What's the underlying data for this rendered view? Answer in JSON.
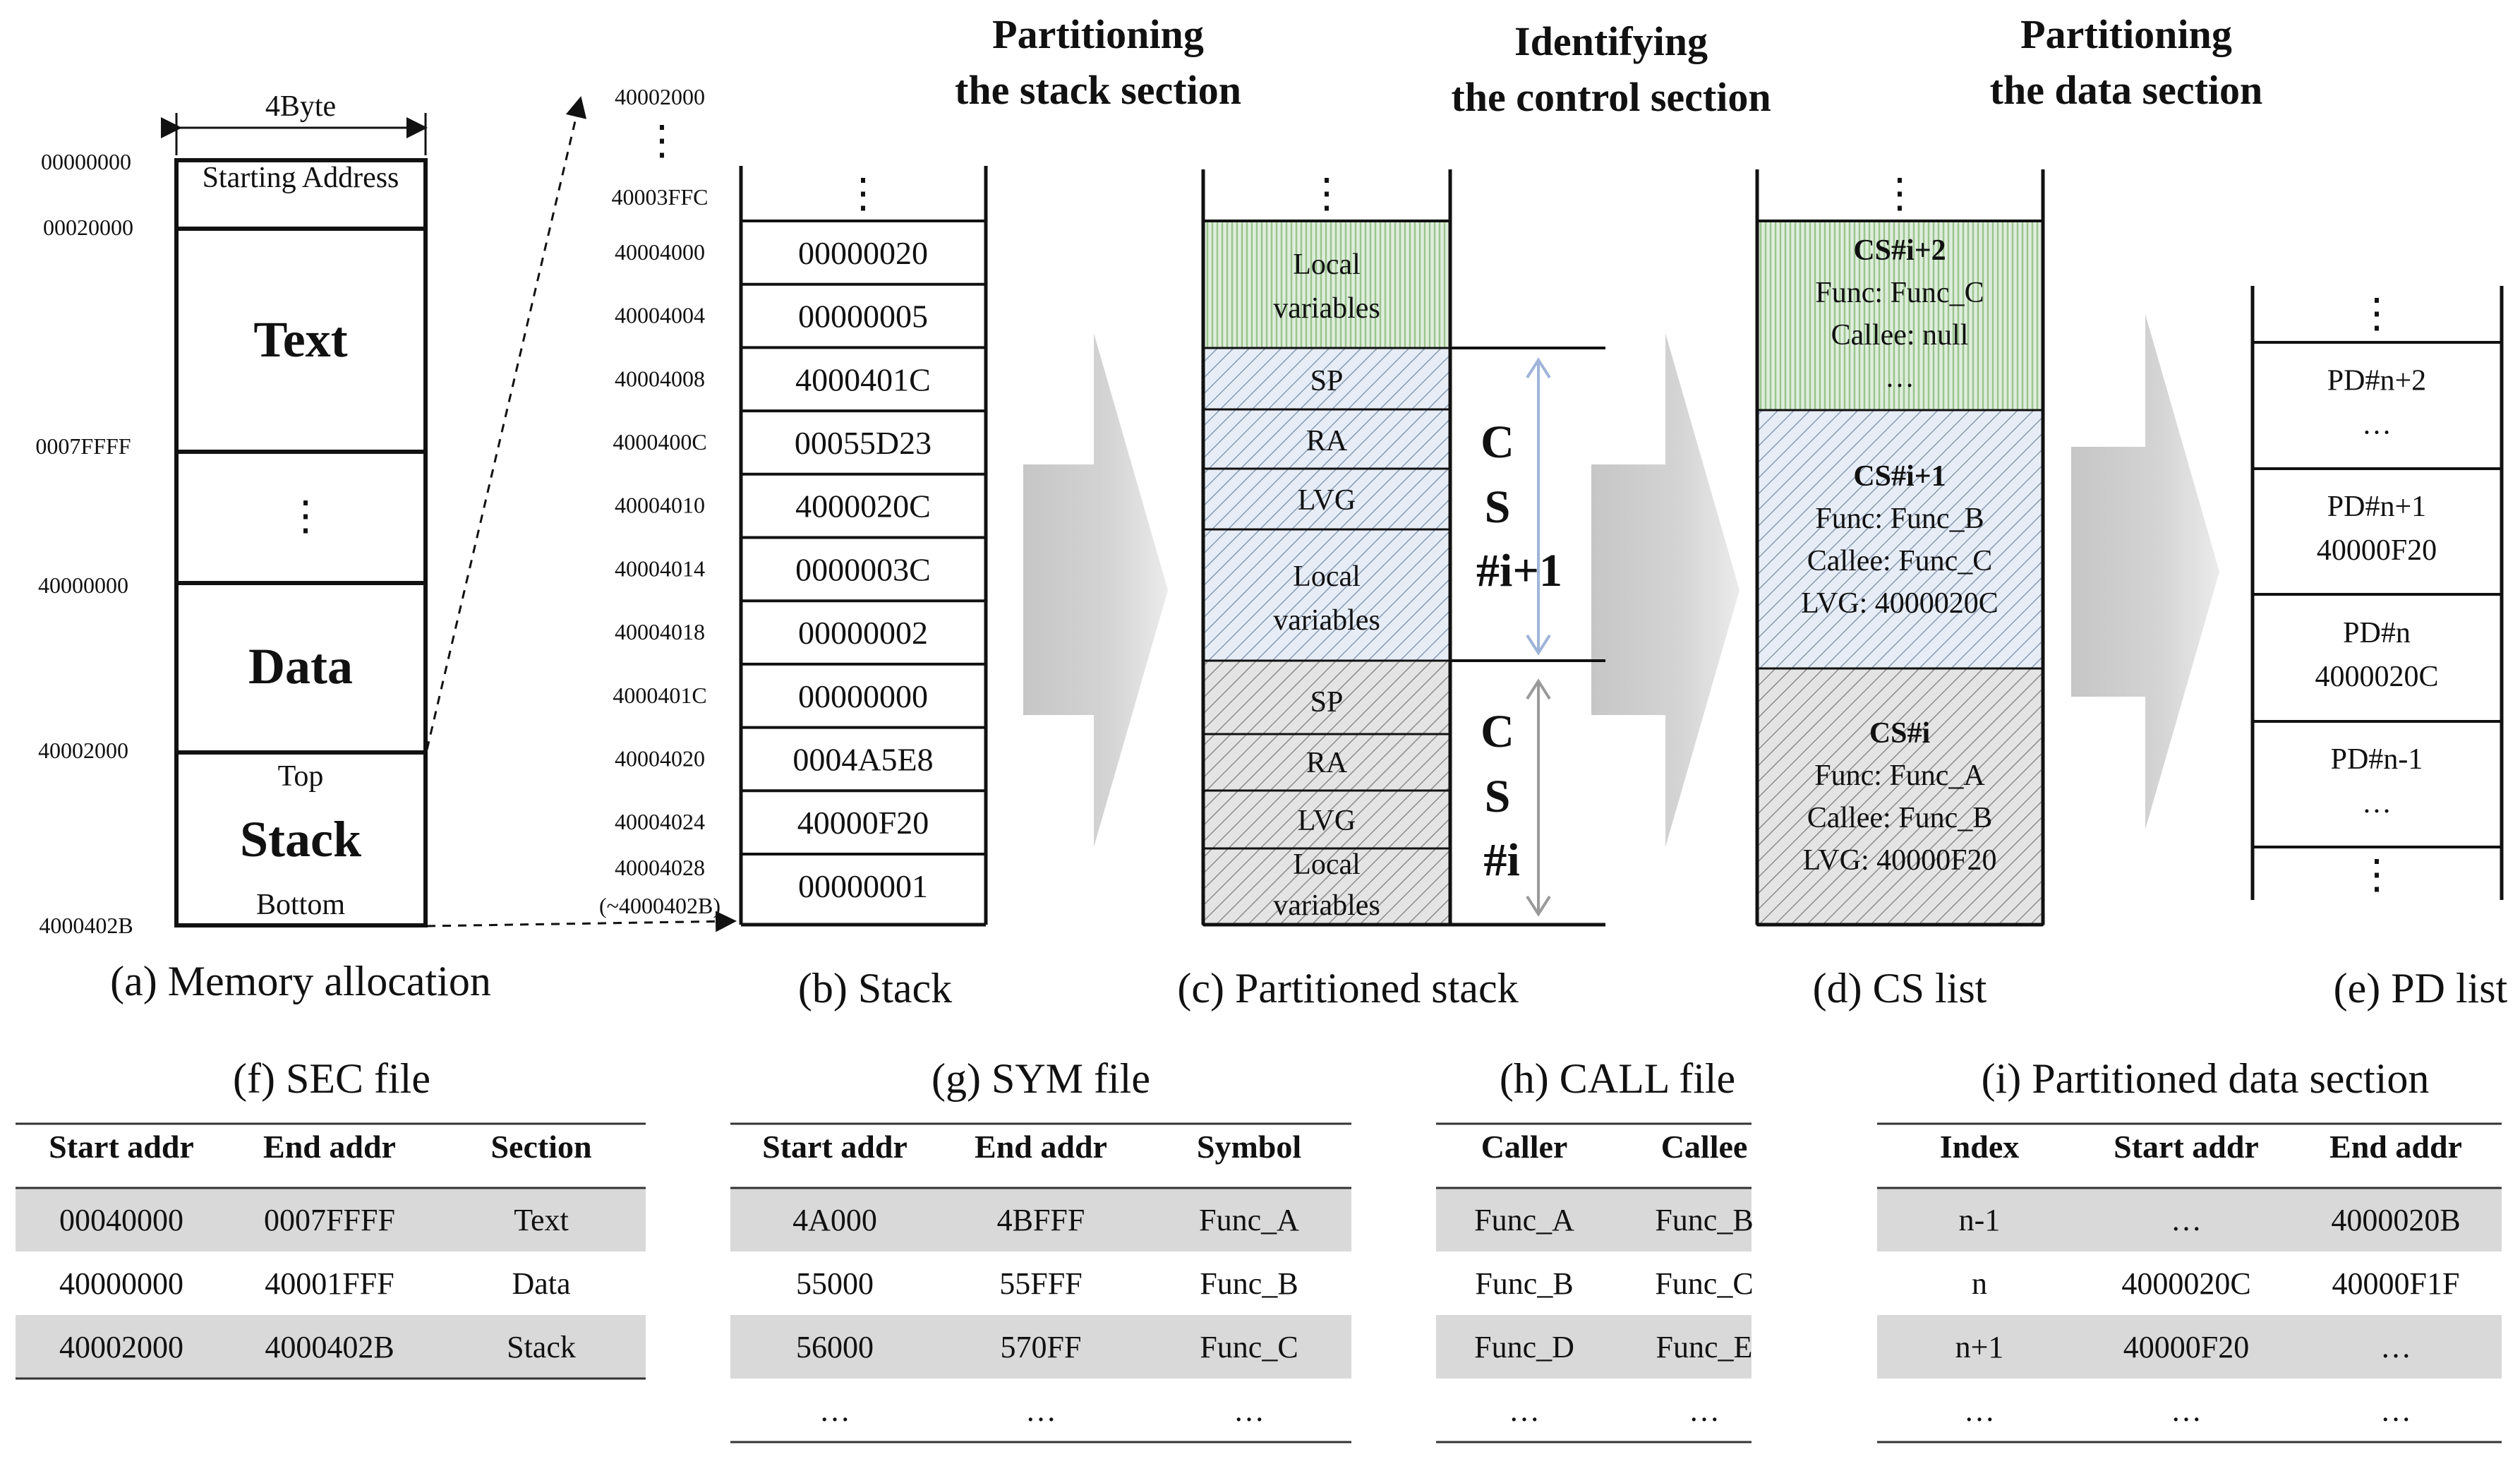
{
  "headers": {
    "stack": [
      "Partitioning",
      "the stack section"
    ],
    "control": [
      "Identifying",
      "the control section"
    ],
    "data": [
      "Partitioning",
      "the data section"
    ]
  },
  "memory": {
    "width_label": "4Byte",
    "addresses": [
      "00000000",
      "00020000",
      "0007FFFF",
      "40000000",
      "40002000",
      "4000402B"
    ],
    "starting": "Starting Address",
    "text": "Text",
    "dots": "⋮",
    "data": "Data",
    "top": "Top",
    "stack": "Stack",
    "bottom": "Bottom",
    "caption": "(a) Memory allocation"
  },
  "stack": {
    "top_addresses": [
      "40002000",
      "⋮",
      "40003FFC"
    ],
    "dots": "⋮",
    "rows": [
      {
        "addr": "40004000",
        "value": "00000020"
      },
      {
        "addr": "40004004",
        "value": "00000005"
      },
      {
        "addr": "40004008",
        "value": "4000401C"
      },
      {
        "addr": "4000400C",
        "value": "00055D23"
      },
      {
        "addr": "40004010",
        "value": "4000020C"
      },
      {
        "addr": "40004014",
        "value": "0000003C"
      },
      {
        "addr": "40004018",
        "value": "00000002"
      },
      {
        "addr": "4000401C",
        "value": "00000000"
      },
      {
        "addr": "40004020",
        "value": "0004A5E8"
      },
      {
        "addr": "40004024",
        "value": "40000F20"
      },
      {
        "addr": "40004028",
        "value": "00000001"
      }
    ],
    "last_addr_suffix": "(~4000402B)",
    "caption": "(b) Stack"
  },
  "partitioned": {
    "dots": "⋮",
    "top_local": [
      "Local",
      "variables"
    ],
    "sp": "SP",
    "ra": "RA",
    "lvg": "LVG",
    "local": [
      "Local",
      "variables"
    ],
    "cs_upper": [
      "C",
      "S",
      "#i+1"
    ],
    "cs_lower": [
      "C",
      "S",
      "#i"
    ],
    "caption": "(c) Partitioned stack"
  },
  "cs_list": {
    "dots": "⋮",
    "blocks": [
      {
        "title": "CS#i+2",
        "lines": [
          "Func: Func_C",
          "Callee: null",
          "…"
        ]
      },
      {
        "title": "CS#i+1",
        "lines": [
          "Func: Func_B",
          "Callee: Func_C",
          "LVG: 4000020C"
        ]
      },
      {
        "title": "CS#i",
        "lines": [
          "Func: Func_A",
          "Callee: Func_B",
          "LVG: 40000F20"
        ]
      }
    ],
    "caption": "(d) CS list"
  },
  "pd_list": {
    "dots": "⋮",
    "items": [
      [
        "PD#n+2",
        "…"
      ],
      [
        "PD#n+1",
        "40000F20"
      ],
      [
        "PD#n",
        "4000020C"
      ],
      [
        "PD#n-1",
        "…"
      ]
    ],
    "caption": "(e) PD list"
  },
  "tables": {
    "sec": {
      "caption": "(f) SEC file",
      "headers": [
        "Start addr",
        "End addr",
        "Section"
      ],
      "rows": [
        [
          "00040000",
          "0007FFFF",
          "Text"
        ],
        [
          "40000000",
          "40001FFF",
          "Data"
        ],
        [
          "40002000",
          "4000402B",
          "Stack"
        ]
      ]
    },
    "sym": {
      "caption": "(g) SYM file",
      "headers": [
        "Start addr",
        "End addr",
        "Symbol"
      ],
      "rows": [
        [
          "4A000",
          "4BFFF",
          "Func_A"
        ],
        [
          "55000",
          "55FFF",
          "Func_B"
        ],
        [
          "56000",
          "570FF",
          "Func_C"
        ],
        [
          "…",
          "…",
          "…"
        ]
      ]
    },
    "call": {
      "caption": "(h) CALL file",
      "headers": [
        "Caller",
        "Callee"
      ],
      "rows": [
        [
          "Func_A",
          "Func_B"
        ],
        [
          "Func_B",
          "Func_C"
        ],
        [
          "Func_D",
          "Func_E"
        ],
        [
          "…",
          "…"
        ]
      ]
    },
    "pds": {
      "caption": "(i) Partitioned data section",
      "headers": [
        "Index",
        "Start addr",
        "End addr"
      ],
      "rows": [
        [
          "n-1",
          "…",
          "4000020B"
        ],
        [
          "n",
          "4000020C",
          "40000F1F"
        ],
        [
          "n+1",
          "40000F20",
          "…"
        ],
        [
          "…",
          "…",
          "…"
        ]
      ]
    }
  },
  "colors": {
    "green_fill": "#dfeedd",
    "blue_fill": "#e6edf6",
    "gray_fill": "#e4e4e4",
    "blue_text": "#9fb4d8",
    "gray_text": "#9a9a9a",
    "row_shade": "#d9d9d9"
  }
}
